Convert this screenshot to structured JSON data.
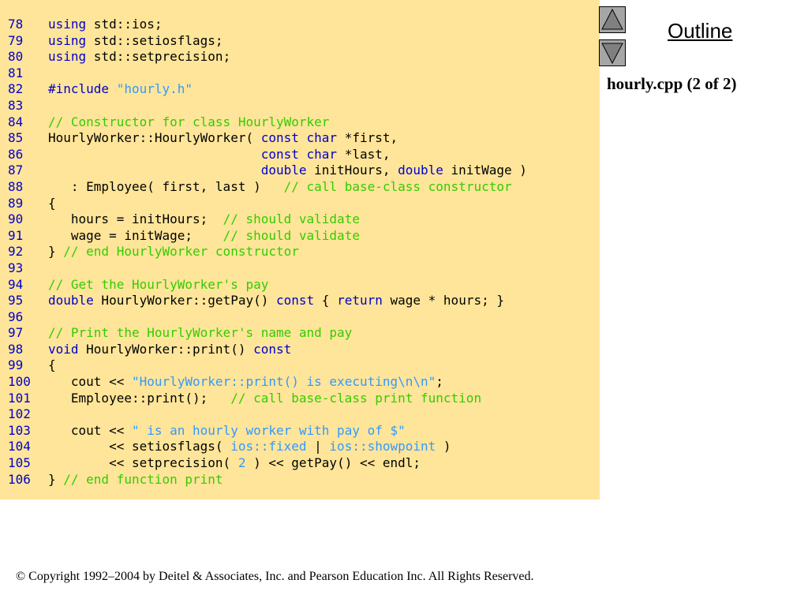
{
  "sidebar": {
    "outline_label": "Outline",
    "file_title": "hourly.cpp (2 of 2)",
    "nav": {
      "up_icon": "triangle-up-icon",
      "down_icon": "triangle-down-icon",
      "button_color": "#a6a6a6"
    }
  },
  "footer": {
    "copyright": "© Copyright 1992–2004 by Deitel & Associates, Inc. and Pearson Education Inc. All Rights Reserved."
  },
  "colors": {
    "panel_bg": "#ffe599",
    "keyword": "#0000cc",
    "comment": "#33cc00",
    "string": "#3399ff",
    "plain": "#000000"
  },
  "code": {
    "lines": [
      {
        "num": "78",
        "segments": [
          {
            "t": "kw",
            "v": "using"
          },
          {
            "t": "pl",
            "v": " std::ios;"
          }
        ]
      },
      {
        "num": "79",
        "segments": [
          {
            "t": "kw",
            "v": "using"
          },
          {
            "t": "pl",
            "v": " std::setiosflags;"
          }
        ]
      },
      {
        "num": "80",
        "segments": [
          {
            "t": "kw",
            "v": "using"
          },
          {
            "t": "pl",
            "v": " std::setprecision;"
          }
        ]
      },
      {
        "num": "81",
        "segments": []
      },
      {
        "num": "82",
        "segments": [
          {
            "t": "kw",
            "v": "#include"
          },
          {
            "t": "pl",
            "v": " "
          },
          {
            "t": "st",
            "v": "\"hourly.h\""
          }
        ]
      },
      {
        "num": "83",
        "segments": []
      },
      {
        "num": "84",
        "segments": [
          {
            "t": "cm",
            "v": "// Constructor for class HourlyWorker"
          }
        ]
      },
      {
        "num": "85",
        "segments": [
          {
            "t": "pl",
            "v": "HourlyWorker::HourlyWorker( "
          },
          {
            "t": "kw",
            "v": "const"
          },
          {
            "t": "pl",
            "v": " "
          },
          {
            "t": "kw",
            "v": "char"
          },
          {
            "t": "pl",
            "v": " *first,"
          }
        ]
      },
      {
        "num": "86",
        "segments": [
          {
            "t": "pl",
            "v": "                            "
          },
          {
            "t": "kw",
            "v": "const"
          },
          {
            "t": "pl",
            "v": " "
          },
          {
            "t": "kw",
            "v": "char"
          },
          {
            "t": "pl",
            "v": " *last,"
          }
        ]
      },
      {
        "num": "87",
        "segments": [
          {
            "t": "pl",
            "v": "                            "
          },
          {
            "t": "kw",
            "v": "double"
          },
          {
            "t": "pl",
            "v": " initHours, "
          },
          {
            "t": "kw",
            "v": "double"
          },
          {
            "t": "pl",
            "v": " initWage )"
          }
        ]
      },
      {
        "num": "88",
        "segments": [
          {
            "t": "pl",
            "v": "   : Employee( first, last )   "
          },
          {
            "t": "cm",
            "v": "// call base-class constructor"
          }
        ]
      },
      {
        "num": "89",
        "segments": [
          {
            "t": "pl",
            "v": "{"
          }
        ]
      },
      {
        "num": "90",
        "segments": [
          {
            "t": "pl",
            "v": "   hours = initHours;  "
          },
          {
            "t": "cm",
            "v": "// should validate"
          }
        ]
      },
      {
        "num": "91",
        "segments": [
          {
            "t": "pl",
            "v": "   wage = initWage;    "
          },
          {
            "t": "cm",
            "v": "// should validate"
          }
        ]
      },
      {
        "num": "92",
        "segments": [
          {
            "t": "pl",
            "v": "} "
          },
          {
            "t": "cm",
            "v": "// end HourlyWorker constructor"
          }
        ]
      },
      {
        "num": "93",
        "segments": []
      },
      {
        "num": "94",
        "segments": [
          {
            "t": "cm",
            "v": "// Get the HourlyWorker's pay"
          }
        ]
      },
      {
        "num": "95",
        "segments": [
          {
            "t": "kw",
            "v": "double"
          },
          {
            "t": "pl",
            "v": " HourlyWorker::getPay() "
          },
          {
            "t": "kw",
            "v": "const"
          },
          {
            "t": "pl",
            "v": " { "
          },
          {
            "t": "kw",
            "v": "return"
          },
          {
            "t": "pl",
            "v": " wage * hours; }"
          }
        ]
      },
      {
        "num": "96",
        "segments": []
      },
      {
        "num": "97",
        "segments": [
          {
            "t": "cm",
            "v": "// Print the HourlyWorker's name and pay"
          }
        ]
      },
      {
        "num": "98",
        "segments": [
          {
            "t": "kw",
            "v": "void"
          },
          {
            "t": "pl",
            "v": " HourlyWorker::print() "
          },
          {
            "t": "kw",
            "v": "const"
          }
        ]
      },
      {
        "num": "99",
        "segments": [
          {
            "t": "pl",
            "v": "{"
          }
        ]
      },
      {
        "num": "100",
        "segments": [
          {
            "t": "pl",
            "v": "   cout << "
          },
          {
            "t": "st",
            "v": "\"HourlyWorker::print() is executing\\n\\n\""
          },
          {
            "t": "pl",
            "v": ";"
          }
        ]
      },
      {
        "num": "101",
        "segments": [
          {
            "t": "pl",
            "v": "   Employee::print();   "
          },
          {
            "t": "cm",
            "v": "// call base-class print function"
          }
        ]
      },
      {
        "num": "102",
        "segments": []
      },
      {
        "num": "103",
        "segments": [
          {
            "t": "pl",
            "v": "   cout << "
          },
          {
            "t": "st",
            "v": "\" is an hourly worker with pay of $\""
          }
        ]
      },
      {
        "num": "104",
        "segments": [
          {
            "t": "pl",
            "v": "        << setiosflags( "
          },
          {
            "t": "st",
            "v": "ios::fixed"
          },
          {
            "t": "pl",
            "v": " | "
          },
          {
            "t": "st",
            "v": "ios::showpoint"
          },
          {
            "t": "pl",
            "v": " )"
          }
        ]
      },
      {
        "num": "105",
        "segments": [
          {
            "t": "pl",
            "v": "        << setprecision( "
          },
          {
            "t": "st",
            "v": "2"
          },
          {
            "t": "pl",
            "v": " ) << getPay() << endl;"
          }
        ]
      },
      {
        "num": "106",
        "segments": [
          {
            "t": "pl",
            "v": "} "
          },
          {
            "t": "cm",
            "v": "// end function print"
          }
        ]
      }
    ]
  }
}
